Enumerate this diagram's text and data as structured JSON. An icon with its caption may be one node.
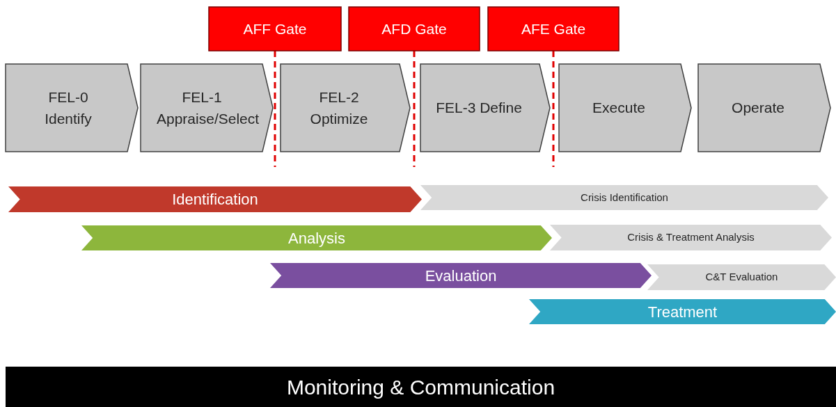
{
  "diagram": {
    "nodes": [
      {
        "text": [
          "AFF Gate"
        ]
      },
      {
        "text": [
          "AFD Gate"
        ]
      },
      {
        "text": [
          "AFE Gate"
        ]
      },
      {
        "text": [
          "FEL-0 Identify"
        ]
      },
      {
        "text": [
          "FEL-1 Appraise/Select"
        ]
      },
      {
        "text": [
          "FEL-2 Optimize"
        ]
      },
      {
        "text": [
          "FEL-3 Define"
        ]
      },
      {
        "text": [
          "Execute"
        ]
      },
      {
        "text": [
          "Operate"
        ]
      },
      {
        "text": [
          "Identification"
        ]
      },
      {
        "text": [
          "Crisis Identification"
        ]
      },
      {
        "text": [
          "Analysis"
        ]
      },
      {
        "text": [
          "Crisis & Treatment Analysis"
        ]
      },
      {
        "text": [
          "Evaluation"
        ]
      },
      {
        "text": [
          "C&T Evaluation"
        ]
      },
      {
        "text": [
          "Treatment"
        ]
      },
      {
        "text": [
          "Monitoring & Communication"
        ]
      }
    ]
  }
}
